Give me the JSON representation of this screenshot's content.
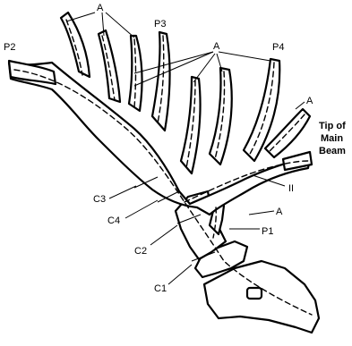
{
  "labels": {
    "a": "A",
    "p1": "P1",
    "p2": "P2",
    "p3": "P3",
    "p4": "P4",
    "c1": "C1",
    "c2": "C2",
    "c3": "C3",
    "c4": "C4",
    "ii": "II",
    "tip_line1": "Tip of",
    "tip_line2": "Main",
    "tip_line3": "Beam"
  }
}
